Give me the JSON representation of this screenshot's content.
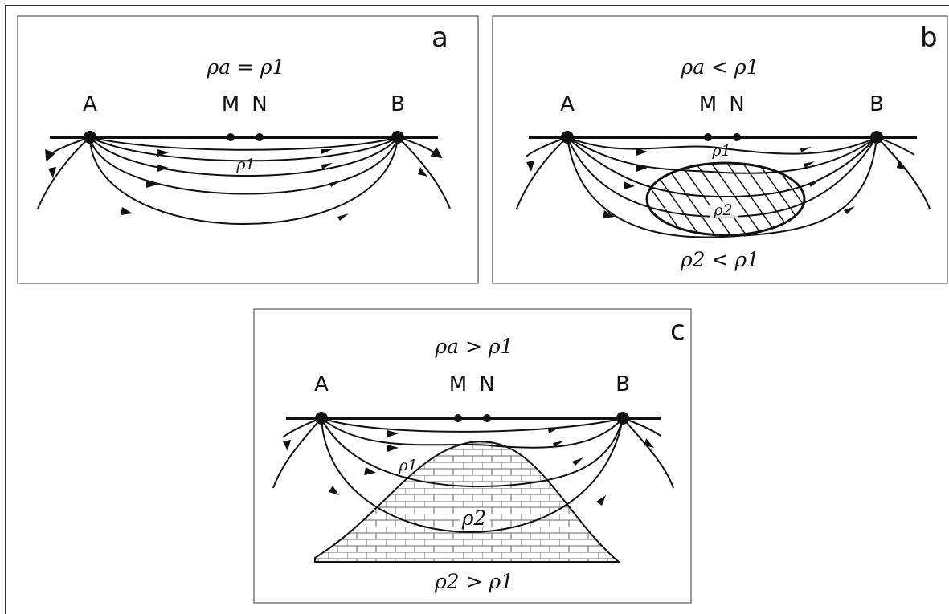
{
  "panels": [
    {
      "letter": "a",
      "condition": "ρa = ρ1",
      "electrodes": {
        "a": "A",
        "m": "M",
        "n": "N",
        "b": "B"
      },
      "medium_label": "ρ1"
    },
    {
      "letter": "b",
      "condition": "ρa < ρ1",
      "electrodes": {
        "a": "A",
        "m": "M",
        "n": "N",
        "b": "B"
      },
      "medium_label": "ρ1",
      "body_label": "ρ2",
      "relation": "ρ2 < ρ1"
    },
    {
      "letter": "c",
      "condition": "ρa > ρ1",
      "electrodes": {
        "a": "A",
        "m": "M",
        "n": "N",
        "b": "B"
      },
      "medium_label": "ρ1",
      "body_label": "ρ2",
      "relation": "ρ2 > ρ1"
    }
  ]
}
